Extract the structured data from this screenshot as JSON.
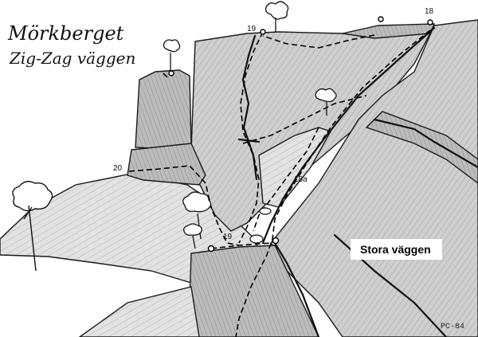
{
  "title": {
    "line1": "Mörkberget",
    "line2": "Zig-Zag väggen"
  },
  "route_labels": {
    "r18": "18",
    "r18a": "18a",
    "r19_top": "19",
    "r19_low": "19",
    "r20": "20"
  },
  "wall_label": "Stora väggen",
  "signature": "PC-84",
  "colors": {
    "paper": "#ffffff",
    "ink": "#111111",
    "shade_light": "#d9d9d9",
    "shade_mid": "#bdbdbd",
    "shade_dark": "#9a9a9a"
  }
}
